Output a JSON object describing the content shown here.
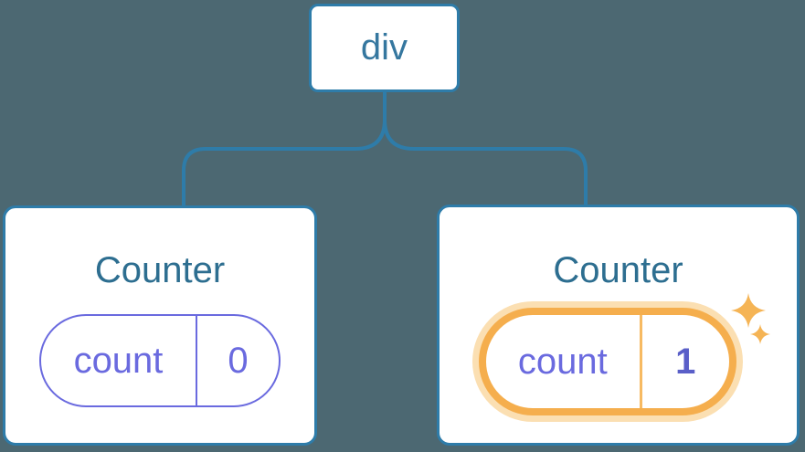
{
  "diagram": {
    "root_node": {
      "label": "div"
    },
    "left_counter": {
      "title": "Counter",
      "state_key": "count",
      "state_value": "0",
      "highlighted": false
    },
    "right_counter": {
      "title": "Counter",
      "state_key": "count",
      "state_value": "1",
      "highlighted": true
    }
  },
  "icons": {
    "sparkles": "sparkles-icon"
  },
  "colors": {
    "background": "#4C6872",
    "connector_blue": "#2E7CA9",
    "card_border_blue": "#2E7CA9",
    "root_label_blue": "#35779F",
    "title_teal": "#2D6E90",
    "state_purple": "#6A6ADF",
    "state_value_bold_purple": "#5A5FC8",
    "highlight_orange": "#F5AE4D",
    "highlight_glow_orange": "#FBDFB2",
    "highlight_divider_orange": "#F7BA62",
    "sparkle_orange": "#F5B455",
    "card_background": "#FFFFFF"
  }
}
